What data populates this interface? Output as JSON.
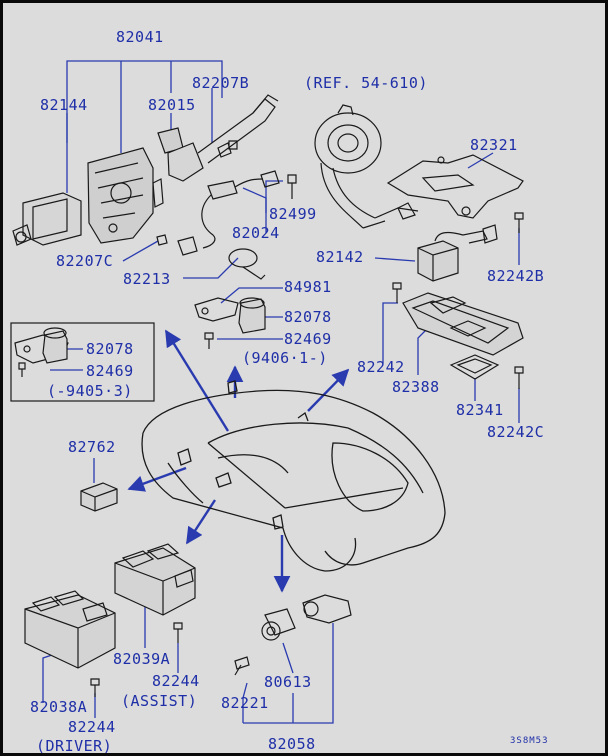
{
  "labels": {
    "p82041": "82041",
    "p82144": "82144",
    "p82015": "82015",
    "p82207B": "82207B",
    "ref": "(REF. 54-610)",
    "p82321": "82321",
    "p82499": "82499",
    "p82024": "82024",
    "p82207C": "82207C",
    "p82142": "82142",
    "p82242B": "82242B",
    "p82213": "82213",
    "p84981": "84981",
    "p82078_top": "82078",
    "p82469_top": "82469",
    "note_9406": "(9406·1-)",
    "p82242": "82242",
    "p82388": "82388",
    "p82341": "82341",
    "p82242C": "82242C",
    "p82078_box": "82078",
    "p82469_box": "82469",
    "note_9405": "(-9405·3)",
    "p82762": "82762",
    "p82039A": "82039A",
    "p82244_assist": "82244",
    "assist": "(ASSIST)",
    "p82038A": "82038A",
    "p82244_driver": "82244",
    "driver": "(DRIVER)",
    "p80613": "80613",
    "p82221": "82221",
    "p82058": "82058",
    "diagram_code": "3S8M53"
  },
  "colors": {
    "background": "#dcdcdc",
    "label_blue": "#1f2fa8",
    "linework": "#1a1a1a",
    "arrow_blue": "#2a3bb0"
  }
}
